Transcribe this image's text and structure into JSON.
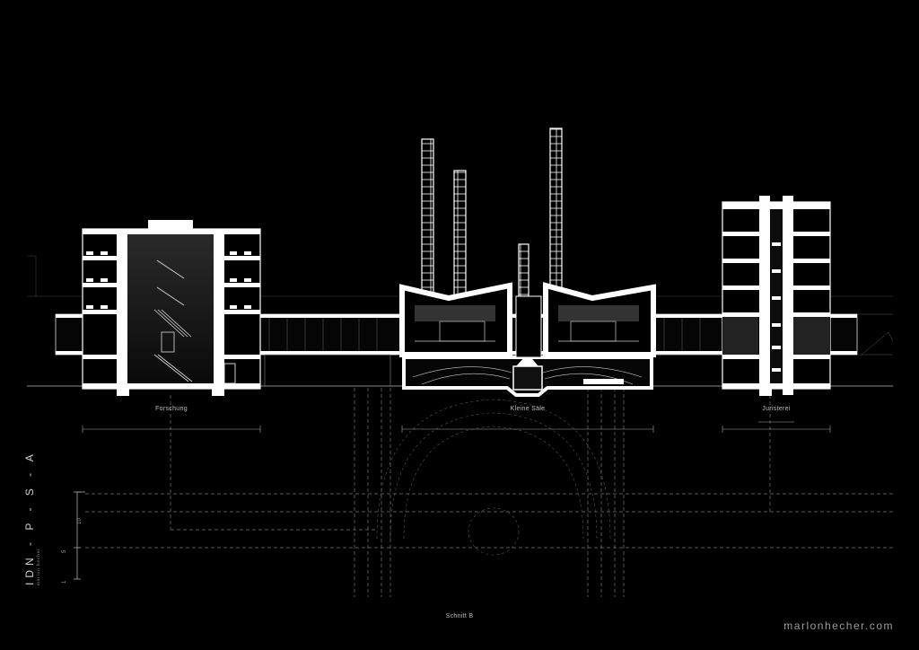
{
  "section_labels": {
    "forschung": "Forschung",
    "kleine_saele": "Kleine Säle",
    "juristerei": "Juristerei"
  },
  "drawing_caption": "Schnitt B",
  "sheet_title": "IDN - P - S - A",
  "sheet_subtitle": "marlon hecher",
  "scale_marks": [
    "1",
    "5",
    "10"
  ],
  "website": "marlonhecher.com",
  "colors": {
    "background": "#000000",
    "lines": "#ffffff",
    "dashed": "#7a7a7a",
    "text": "#bdbdbd"
  }
}
